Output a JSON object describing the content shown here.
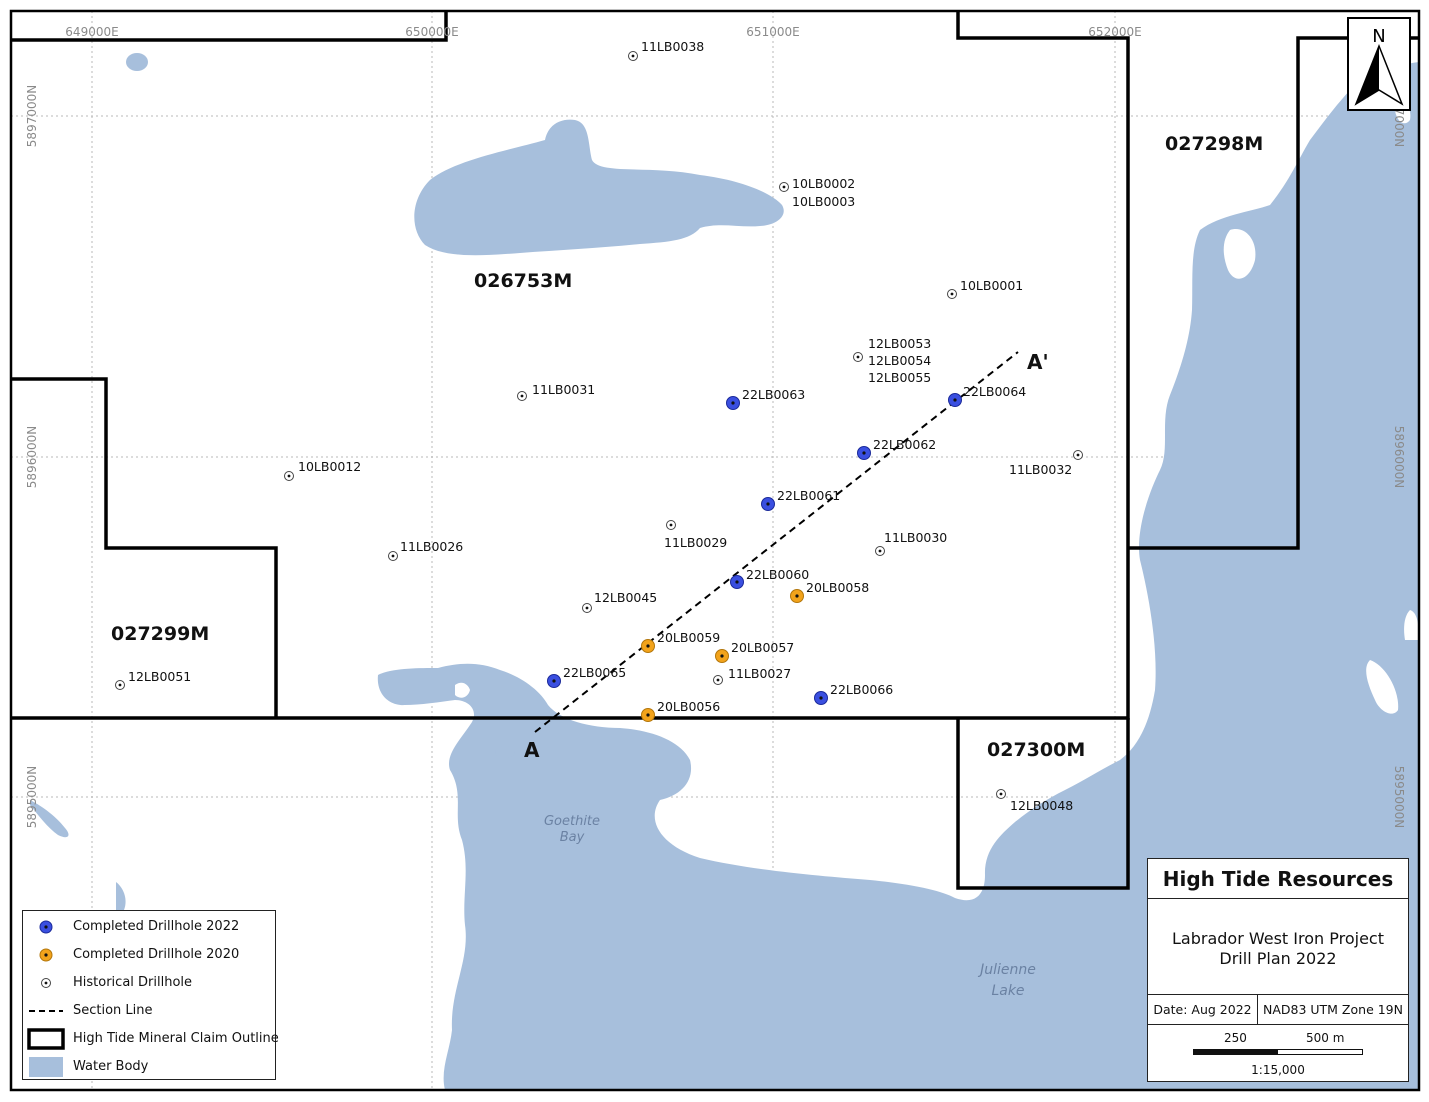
{
  "colors": {
    "water": "#a7bfdc",
    "drill_2022": "#3a4fe0",
    "drill_2020": "#f2a31b",
    "claim_outline": "#000000",
    "grid": "#b9b9b9"
  },
  "grid_labels": {
    "e649": "649000E",
    "e650": "650000E",
    "e651": "651000E",
    "e652": "652000E",
    "n5897": "5897000N",
    "n5896": "5896000N",
    "n5895": "5895000N",
    "n5897r": "5897000N",
    "n5896r": "5896000N",
    "n5895r": "5895000N"
  },
  "north_arrow": {
    "label": "N"
  },
  "claims": {
    "c026753": "026753M",
    "c027298": "027298M",
    "c027299": "027299M",
    "c027300": "027300M"
  },
  "water_names": {
    "goethite_1": "Goethite",
    "goethite_2": "Bay",
    "julienne_1": "Julienne",
    "julienne_2": "Lake"
  },
  "section": {
    "start": "A",
    "end": "A'"
  },
  "drillholes": [
    {
      "id": "11LB0038",
      "type": "historical"
    },
    {
      "id": "10LB0002",
      "type": "historical"
    },
    {
      "id": "10LB0003",
      "type": "historical_label"
    },
    {
      "id": "10LB0001",
      "type": "historical"
    },
    {
      "id": "12LB0053",
      "type": "historical"
    },
    {
      "id": "12LB0054",
      "type": "historical_label"
    },
    {
      "id": "12LB0055",
      "type": "historical_label"
    },
    {
      "id": "11LB0031",
      "type": "historical"
    },
    {
      "id": "22LB0063",
      "type": "2022"
    },
    {
      "id": "22LB0064",
      "type": "2022"
    },
    {
      "id": "22LB0062",
      "type": "2022"
    },
    {
      "id": "11LB0032",
      "type": "historical"
    },
    {
      "id": "10LB0012",
      "type": "historical"
    },
    {
      "id": "22LB0061",
      "type": "2022"
    },
    {
      "id": "11LB0029",
      "type": "historical"
    },
    {
      "id": "11LB0030",
      "type": "historical"
    },
    {
      "id": "11LB0026",
      "type": "historical"
    },
    {
      "id": "22LB0060",
      "type": "2022"
    },
    {
      "id": "20LB0058",
      "type": "2020"
    },
    {
      "id": "12LB0045",
      "type": "historical"
    },
    {
      "id": "20LB0059",
      "type": "2020"
    },
    {
      "id": "20LB0057",
      "type": "2020"
    },
    {
      "id": "22LB0065",
      "type": "2022"
    },
    {
      "id": "11LB0027",
      "type": "historical"
    },
    {
      "id": "22LB0066",
      "type": "2022"
    },
    {
      "id": "20LB0056",
      "type": "2020"
    },
    {
      "id": "12LB0051",
      "type": "historical"
    },
    {
      "id": "12LB0048",
      "type": "historical"
    }
  ],
  "legend": {
    "items": [
      "Completed Drillhole 2022",
      "Completed Drillhole 2020",
      "Historical Drillhole",
      "Section Line",
      "High Tide Mineral Claim Outline",
      "Water Body"
    ]
  },
  "title_block": {
    "company": "High Tide Resources",
    "project_line1": "Labrador West Iron Project",
    "project_line2": "Drill Plan 2022",
    "date": "Date: Aug 2022",
    "crs": "NAD83 UTM Zone 19N",
    "scale_250": "250",
    "scale_500": "500 m",
    "scale_ratio": "1:15,000"
  }
}
